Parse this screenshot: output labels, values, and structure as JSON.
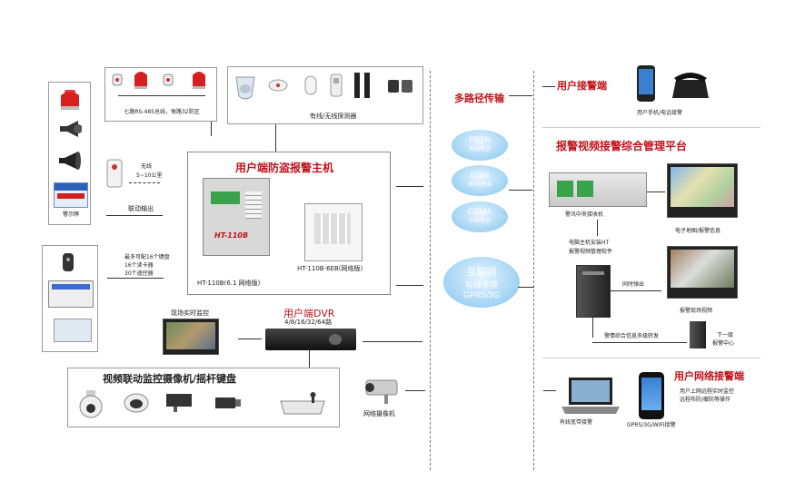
{
  "siren_sign_label": "警示牌",
  "zone_caption": "七路RS-485总线，每路32防区",
  "detector_caption": "有线/无线探测器",
  "main_unit": {
    "title": "用户端防盗报警主机",
    "model_a": "HT-110B(6.1 网络版)",
    "model_b": "HT-110B-6EB(网络版)",
    "panel_logo": "HT-110B"
  },
  "wireless": {
    "line1": "无线",
    "line2": "5~10公里"
  },
  "link_output": "联动输出",
  "keypad_notes": [
    "最多可配16个键盘",
    "16个读卡器",
    "30个遥控器"
  ],
  "dvr": {
    "title": "用户端DVR",
    "channels": "4/8/16/32/64路"
  },
  "live_monitor": "现场实时监控",
  "camera_box_title": "视频联动监控摄像机/摇杆键盘",
  "network_camera": "网络摄像机",
  "transport_title": "多路径传输",
  "clouds": [
    {
      "name": "PSTN",
      "sub": "有线电话"
    },
    {
      "name": "GSM",
      "sub": "移动/联通"
    },
    {
      "name": "CDMA",
      "sub": "中国电信"
    },
    {
      "name": "互联网",
      "sub": "有线宽带",
      "sub2": "GPRS/3G"
    }
  ],
  "user_alarm": {
    "title": "用户接警端",
    "caption": "用户手机/电话接警"
  },
  "platform": {
    "title": "报警视频接警综合管理平台",
    "receiver": "警讯中央接收机",
    "map": "电子地图/报警信息",
    "software_line1": "电脑主机安装HT",
    "software_line2": "报警视频管理软件",
    "sync_out": "同时弹出",
    "live_video": "报警现场视频",
    "forward": "警情综合信息多级转发",
    "next_level_1": "下一级",
    "next_level_2": "报警中心"
  },
  "network_alarm": {
    "title": "用户网络接警端",
    "line1": "用户上网远程实时监控",
    "line2": "远程布防/撤防等操作",
    "laptop": "有线宽带接警",
    "phone": "GPRS/3G/WIFI接警"
  },
  "icons": [
    "siren-icon",
    "horn-icon",
    "speaker-icon",
    "pir-icon",
    "sign-icon",
    "remote-icon",
    "keypad-icon",
    "card-reader-icon",
    "smoke-icon",
    "glass-icon",
    "curtain-icon",
    "magnetic-icon",
    "monitor-icon",
    "dvr-icon",
    "dome-icon",
    "bullet-camera-icon",
    "joystick-icon",
    "mobile-icon",
    "telephone-icon",
    "rack-receiver-icon",
    "lcd-map-icon",
    "pc-tower-icon",
    "laptop-icon",
    "smartphone-icon"
  ]
}
